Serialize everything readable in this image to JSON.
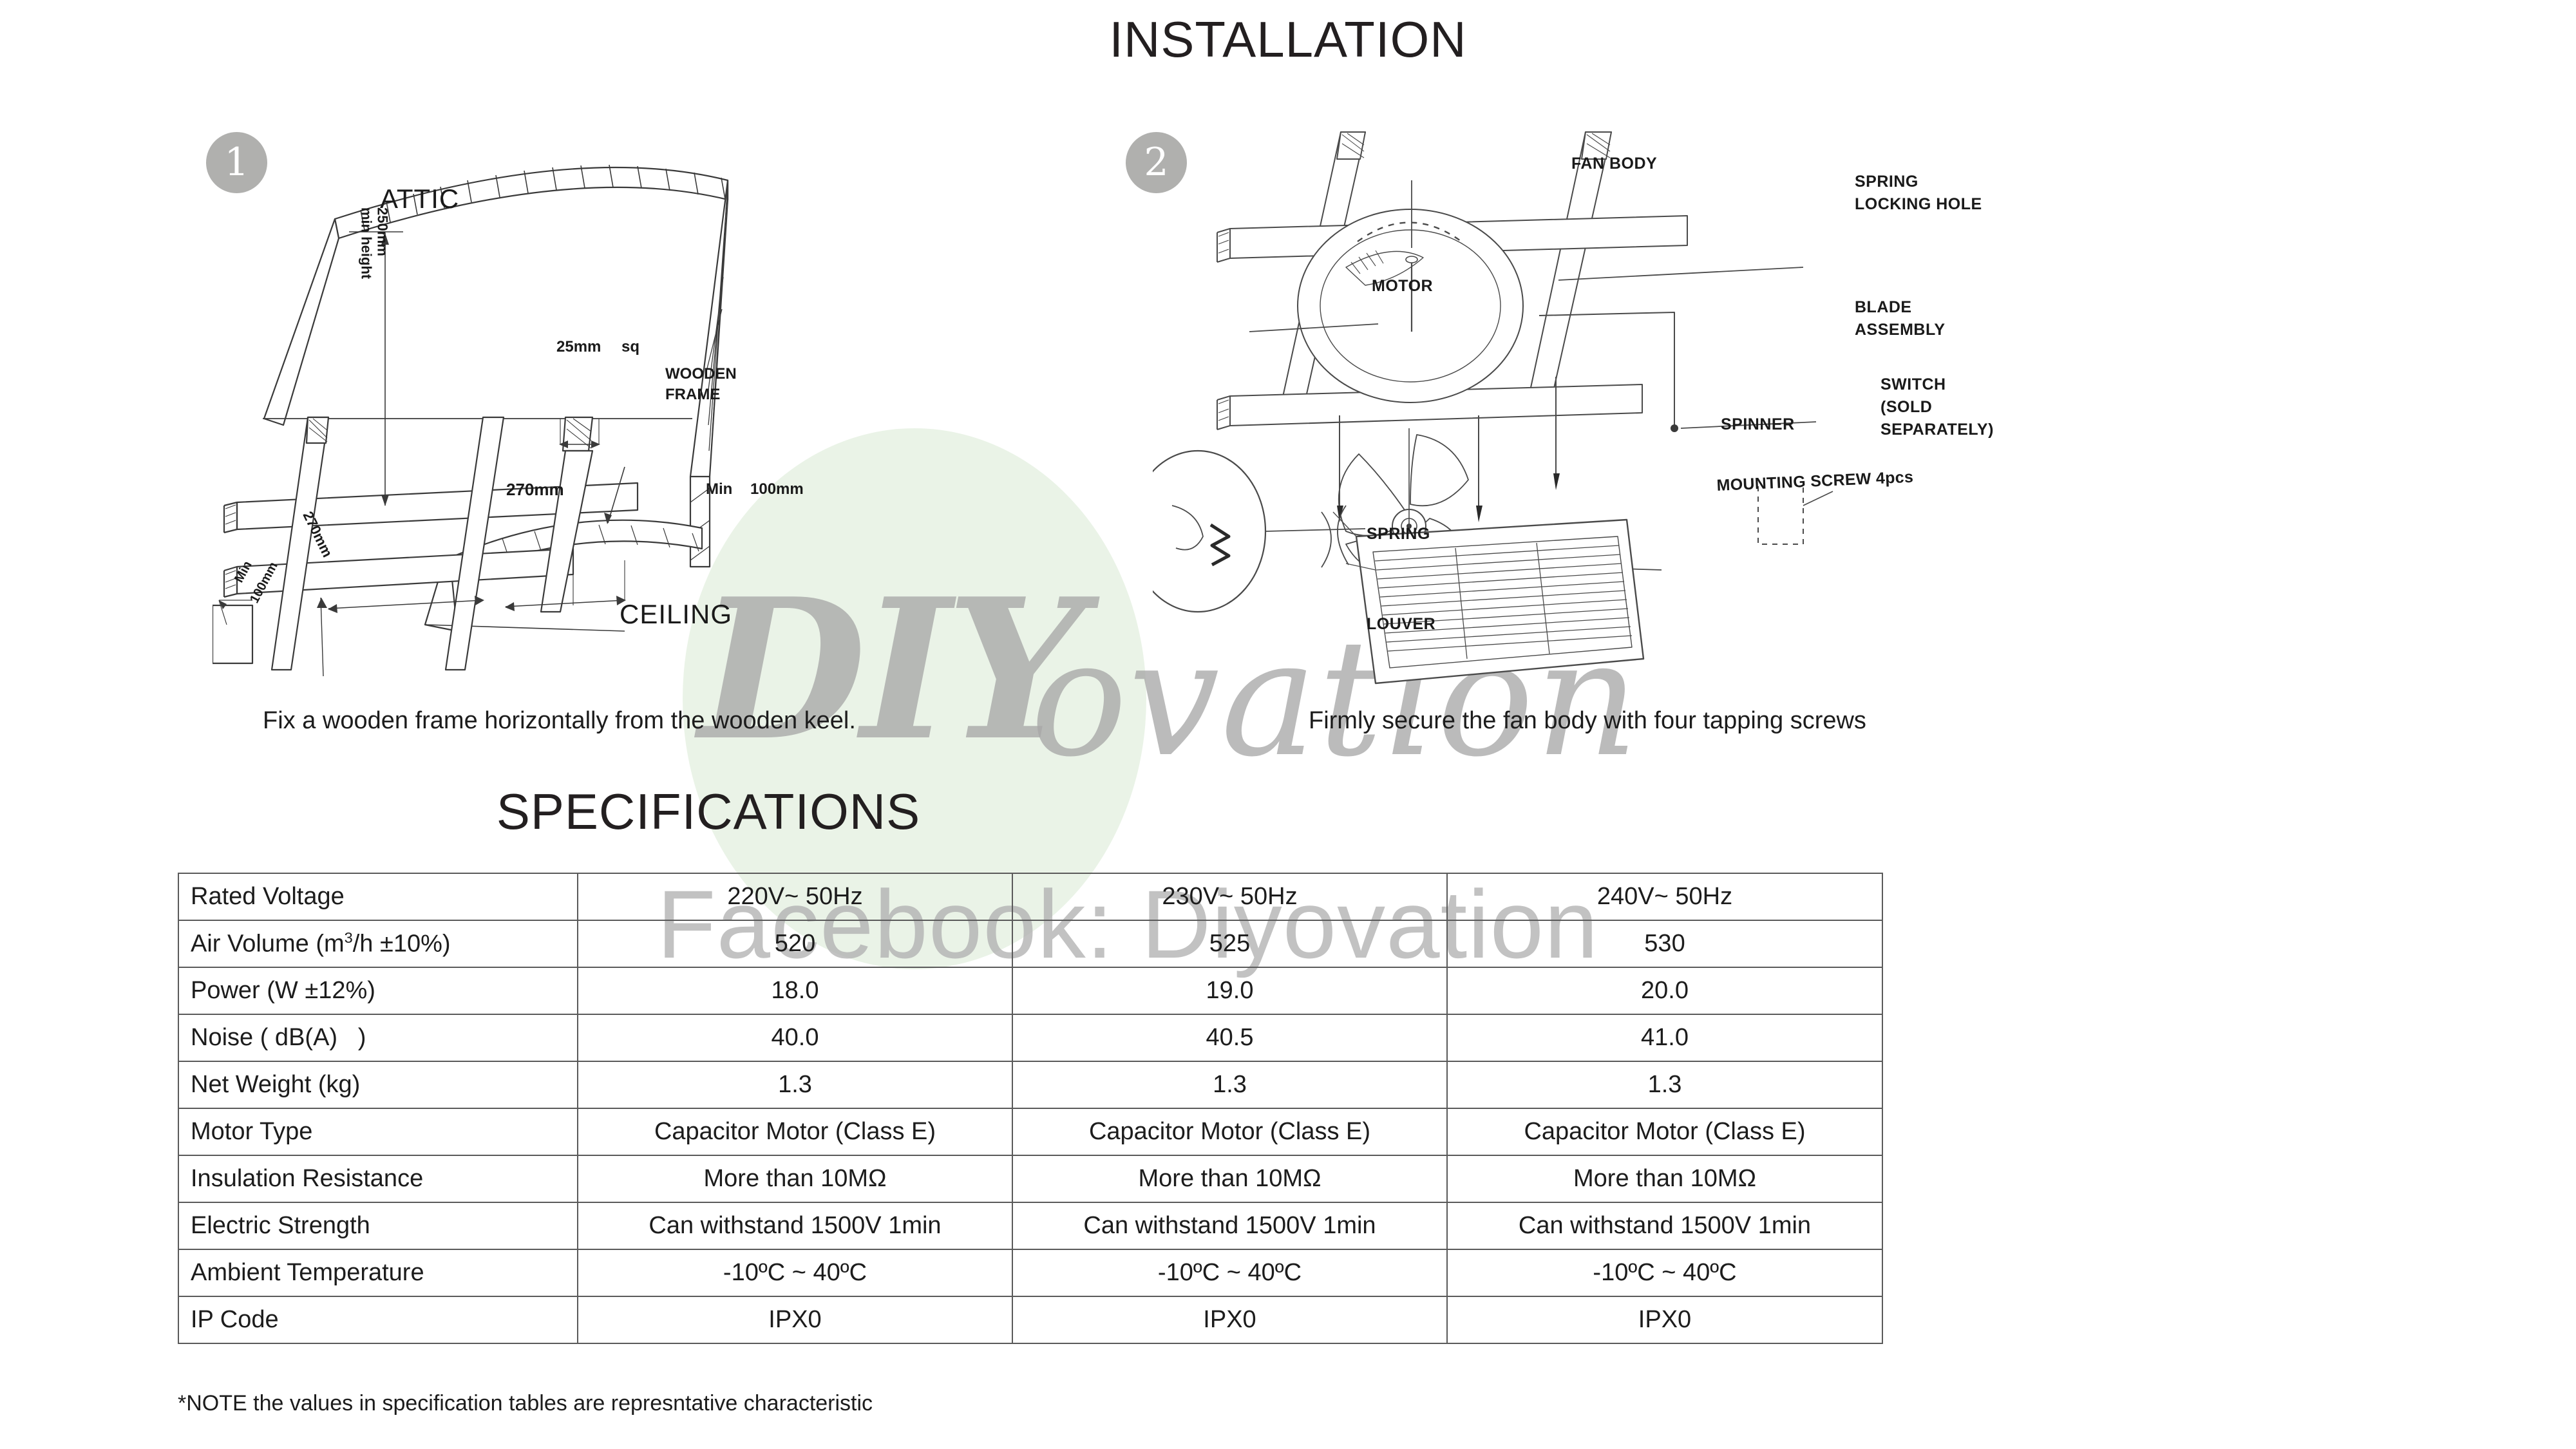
{
  "headings": {
    "installation": "INSTALLATION",
    "specifications": "SPECIFICATIONS"
  },
  "steps": [
    {
      "number": "1",
      "caption": "Fix a wooden frame horizontally from the wooden keel.",
      "diagram_labels": [
        "ATTIC",
        "250mm min height",
        "25mm  sq",
        "WOODEN FRAME",
        "270mm",
        "Min  100mm",
        "270mm",
        "Min 100mm",
        "CEILING"
      ]
    },
    {
      "number": "2",
      "caption": "Firmly secure the fan body with four tapping screws",
      "diagram_labels": [
        "FAN BODY",
        "SPRING LOCKING HOLE",
        "MOTOR",
        "BLADE ASSEMBLY",
        "SWITCH (SOLD SEPARATELY)",
        "SPINNER",
        "MOUNTING SCREW 4pcs",
        "SPRING",
        "LOUVER"
      ]
    }
  ],
  "diagram1": {
    "attic": "ATTIC",
    "min_height": "250mm\nmin height",
    "min_height_line1": "250mm",
    "min_height_line2": "min height",
    "sq_25mm": "25mm",
    "sq": "sq",
    "wooden_frame_l1": "WOODEN",
    "wooden_frame_l2": "FRAME",
    "dim_270mm": "270mm",
    "dim_min": "Min",
    "dim_100mm": "100mm",
    "vert_270mm": "270mm",
    "corner_min": "Min",
    "corner_100mm": "100mm",
    "ceiling": "CEILING"
  },
  "diagram2": {
    "fan_body": "FAN BODY",
    "spring_locking_hole_l1": "SPRING",
    "spring_locking_hole_l2": "LOCKING HOLE",
    "motor": "MOTOR",
    "blade_assembly_l1": "BLADE",
    "blade_assembly_l2": "ASSEMBLY",
    "switch_l1": "SWITCH",
    "switch_l2": "(SOLD",
    "switch_l3": "SEPARATELY)",
    "spinner": "SPINNER",
    "mounting_screw": "MOUNTING SCREW 4pcs",
    "spring": "SPRING",
    "louver": "LOUVER"
  },
  "watermark": {
    "brand_part1": "DIY",
    "brand_part2": "ovation",
    "facebook": "Facebook: Diyovation",
    "ellipse_color": "#d9ead3",
    "text_color": "#a8a8a8"
  },
  "spec_table": {
    "rows": [
      {
        "label": "Rated Voltage",
        "label_html": "Rated Voltage",
        "values": [
          "220V~  50Hz",
          "230V~  50Hz",
          "240V~  50Hz"
        ]
      },
      {
        "label": "Air Volume (m3/h ±10%)",
        "label_html": "Air Volume<span class=\"sp\"> </span>(m<sup class=\"sup3\">3</sup>/h <span class=\"sp\"></span>±10%)",
        "values": [
          "520",
          "525",
          "530"
        ]
      },
      {
        "label": "Power (W ±12%)",
        "label_html": "Power<span class=\"sp\"> </span>(W ±12%)",
        "values": [
          "18.0",
          "19.0",
          "20.0"
        ]
      },
      {
        "label": "Noise ( dB(A)   )",
        "label_html": "Noise<span class=\"sp\"> </span>( dB<span class=\"sp\"></span>(A)&nbsp;&nbsp;&nbsp;)",
        "values": [
          "40.0",
          "40.5",
          "41.0"
        ]
      },
      {
        "label": "Net Weight (kg)",
        "label_html": "Net Weight<span class=\"sp\"> </span>(kg)",
        "values": [
          "1.3",
          "1.3",
          "1.3"
        ]
      },
      {
        "label": "Motor Type",
        "label_html": "Motor Type",
        "values": [
          "Capacitor Motor (Class E)",
          "Capacitor Motor (Class E)",
          "Capacitor Motor (Class E)"
        ]
      },
      {
        "label": "Insulation Resistance",
        "label_html": "Insulation Resistance",
        "values": [
          "More than 10MΩ",
          "More than 10MΩ",
          "More than 10MΩ"
        ]
      },
      {
        "label": "Electric Strength",
        "label_html": "Electric Strength",
        "values": [
          "Can withstand 1500V 1min",
          "Can withstand 1500V 1min",
          "Can withstand 1500V 1min"
        ]
      },
      {
        "label": "Ambient Temperature",
        "label_html": "Ambient Temperature",
        "values": [
          "-10ºC ~ 40ºC",
          "-10ºC ~ 40ºC",
          "-10ºC ~ 40ºC"
        ]
      },
      {
        "label": "IP Code",
        "label_html": "IP Code",
        "values": [
          "IPX0",
          "IPX0",
          "IPX0"
        ]
      }
    ],
    "note": "*NOTE the values in specification tables are represntative characteristic"
  }
}
